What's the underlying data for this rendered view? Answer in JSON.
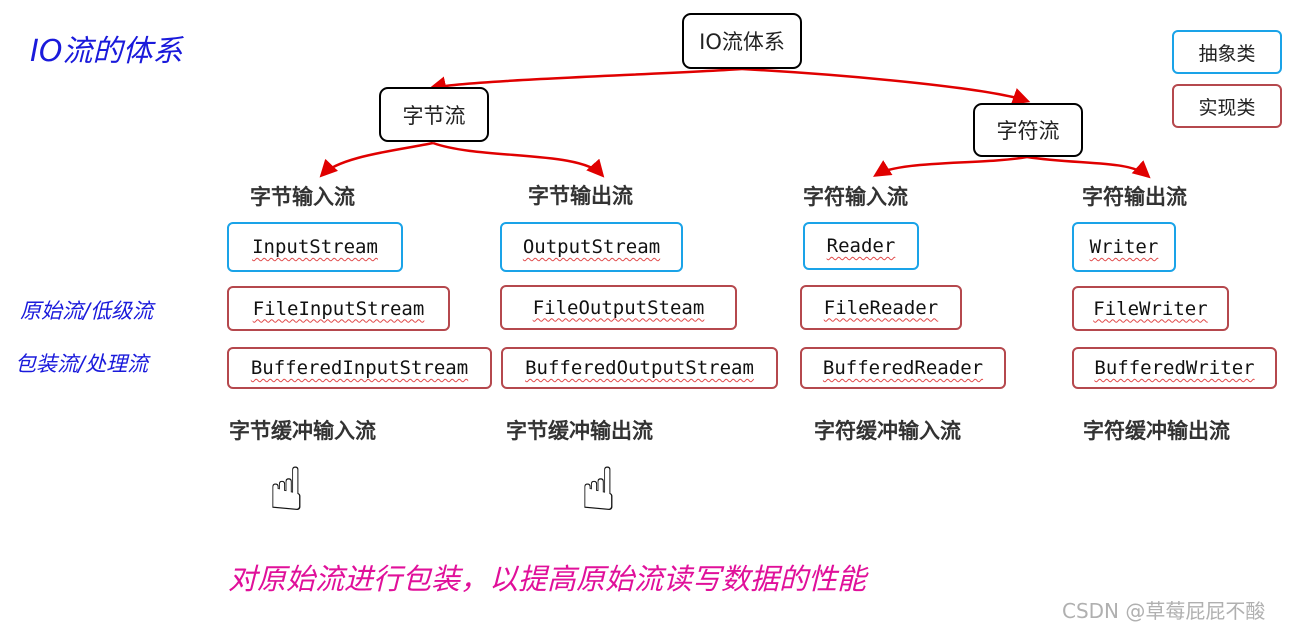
{
  "title": "IO流的体系",
  "root": "IO流体系",
  "legend": {
    "abstract": "抽象类",
    "concrete": "实现类",
    "abstract_color": "#1aa3e8",
    "concrete_color": "#b5484d"
  },
  "byte_stream": "字节流",
  "char_stream": "字符流",
  "categories": [
    "字节输入流",
    "字节输出流",
    "字符输入流",
    "字符输出流"
  ],
  "abstract_classes": [
    "InputStream",
    "OutputStream",
    "Reader",
    "Writer"
  ],
  "basic_classes": [
    "FileInputStream",
    "FileOutputSteam",
    "FileReader",
    "FileWriter"
  ],
  "buffered_classes": [
    "BufferedInputStream",
    "BufferedOutputStream",
    "BufferedReader",
    "BufferedWriter"
  ],
  "buffered_labels": [
    "字节缓冲输入流",
    "字节缓冲输出流",
    "字符缓冲输入流",
    "字符缓冲输出流"
  ],
  "side_labels": {
    "basic": "原始流/低级流",
    "wrapper": "包装流/处理流"
  },
  "bottom_note": "对原始流进行包装，以提高原始流读写数据的性能",
  "watermark": "CSDN @草莓屁屁不酸",
  "colors": {
    "arrow": "#e00000",
    "annotation_blue": "#1a1adb",
    "annotation_pink": "#e0109a"
  }
}
